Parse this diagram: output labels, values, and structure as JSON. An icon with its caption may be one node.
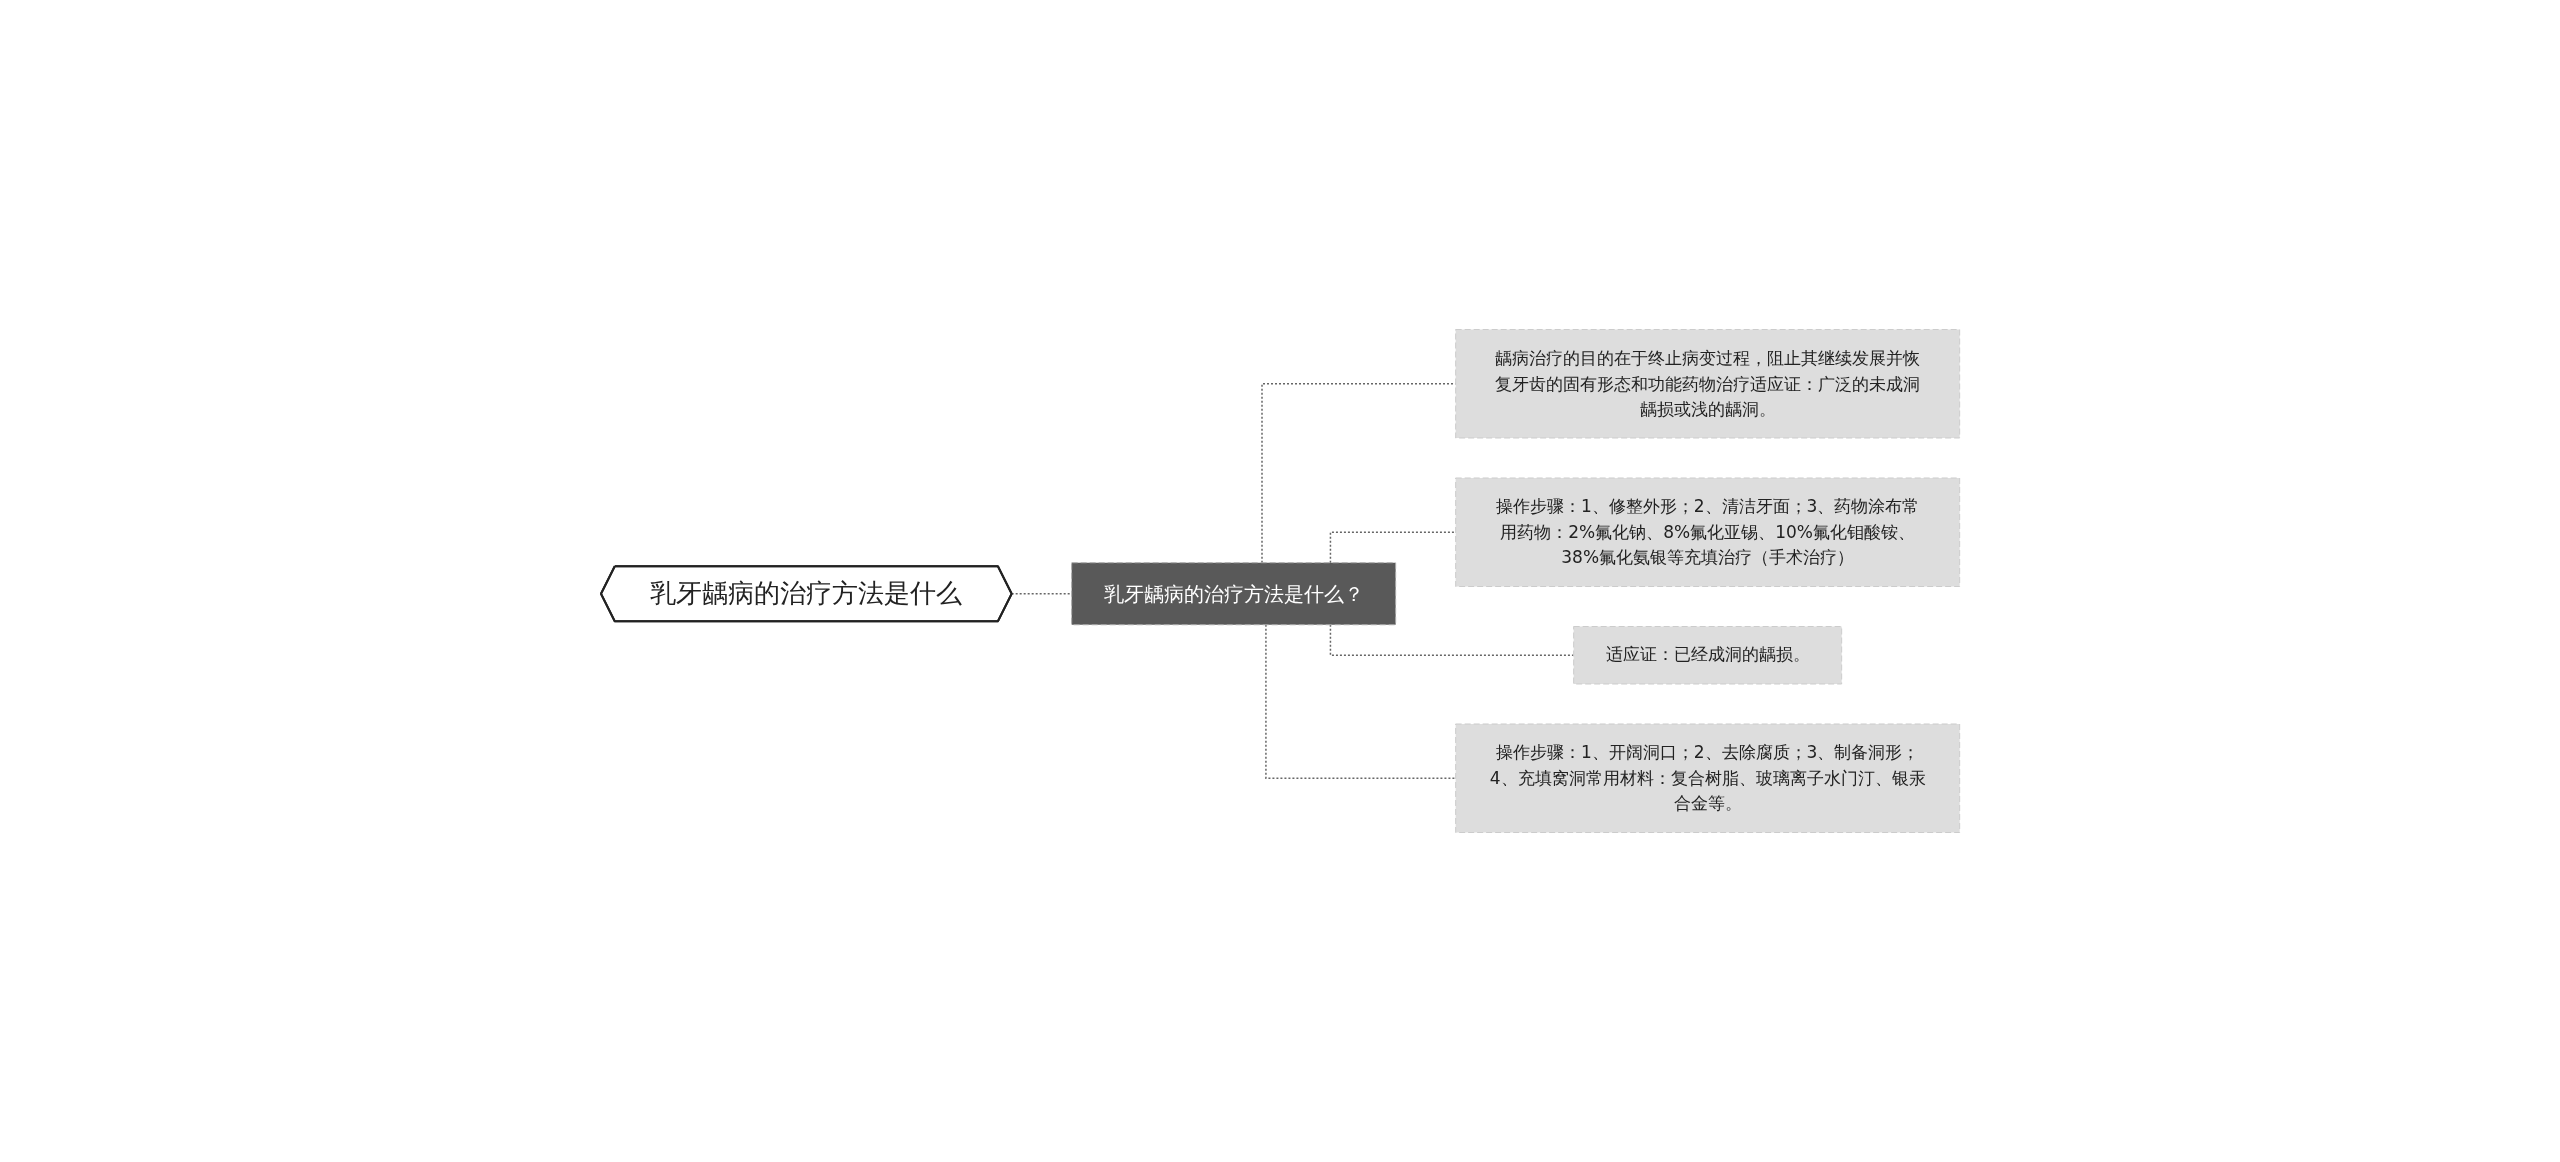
{
  "diagram": {
    "nodes": [
      {
        "text": [
          "乳牙龋病的治疗方法是什么"
        ]
      },
      {
        "text": [
          "乳牙龋病的治疗方法是什么？"
        ]
      },
      {
        "text": [
          "龋病治疗的目的在于终止病变过程，阻止其继续发展并恢复牙齿的固有形态和功能药物治疗适应证：广泛的未成洞龋损或浅的龋洞。"
        ]
      },
      {
        "text": [
          "操作步骤：1、修整外形；2、清洁牙面；3、药物涂布常用药物：2%氟化钠、8%氟化亚锡、10%氟化钼酸铵、38%氟化氨银等充填治疗（手术治疗）"
        ]
      },
      {
        "text": [
          "适应证：已经成洞的龋损。"
        ]
      },
      {
        "text": [
          "操作步骤：1、开阔洞口；2、去除腐质；3、制备洞形；4、充填窝洞常用材料：复合树脂、玻璃离子水门汀、银汞合金等。"
        ]
      }
    ],
    "edges": [
      {
        "from": 0,
        "to": 1,
        "arrow": "none",
        "style": "dashed"
      },
      {
        "from": 1,
        "to": 2,
        "arrow": "none",
        "style": "dashed"
      },
      {
        "from": 1,
        "to": 3,
        "arrow": "none",
        "style": "dashed"
      },
      {
        "from": 1,
        "to": 4,
        "arrow": "none",
        "style": "dashed"
      },
      {
        "from": 1,
        "to": 5,
        "arrow": "none",
        "style": "dashed"
      }
    ]
  }
}
